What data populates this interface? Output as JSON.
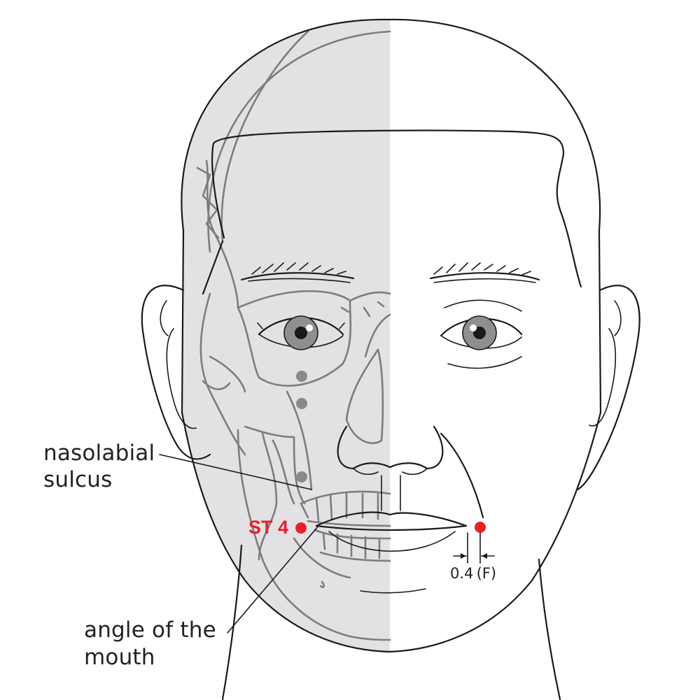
{
  "labels": {
    "nasolabial_sulcus_line1": "nasolabial",
    "nasolabial_sulcus_line2": "sulcus",
    "angle_of_mouth_line1": "angle of the",
    "angle_of_mouth_line2": "mouth"
  },
  "acupoint": {
    "name": "ST 4",
    "color": "#e8202a"
  },
  "measurement": {
    "text": "0.4 (F)"
  },
  "colors": {
    "skull_panel": "#e2e2e4",
    "skull_line": "#7d7d7d",
    "marker_gray": "#8a8a8a",
    "outline": "#1a1a1a"
  }
}
